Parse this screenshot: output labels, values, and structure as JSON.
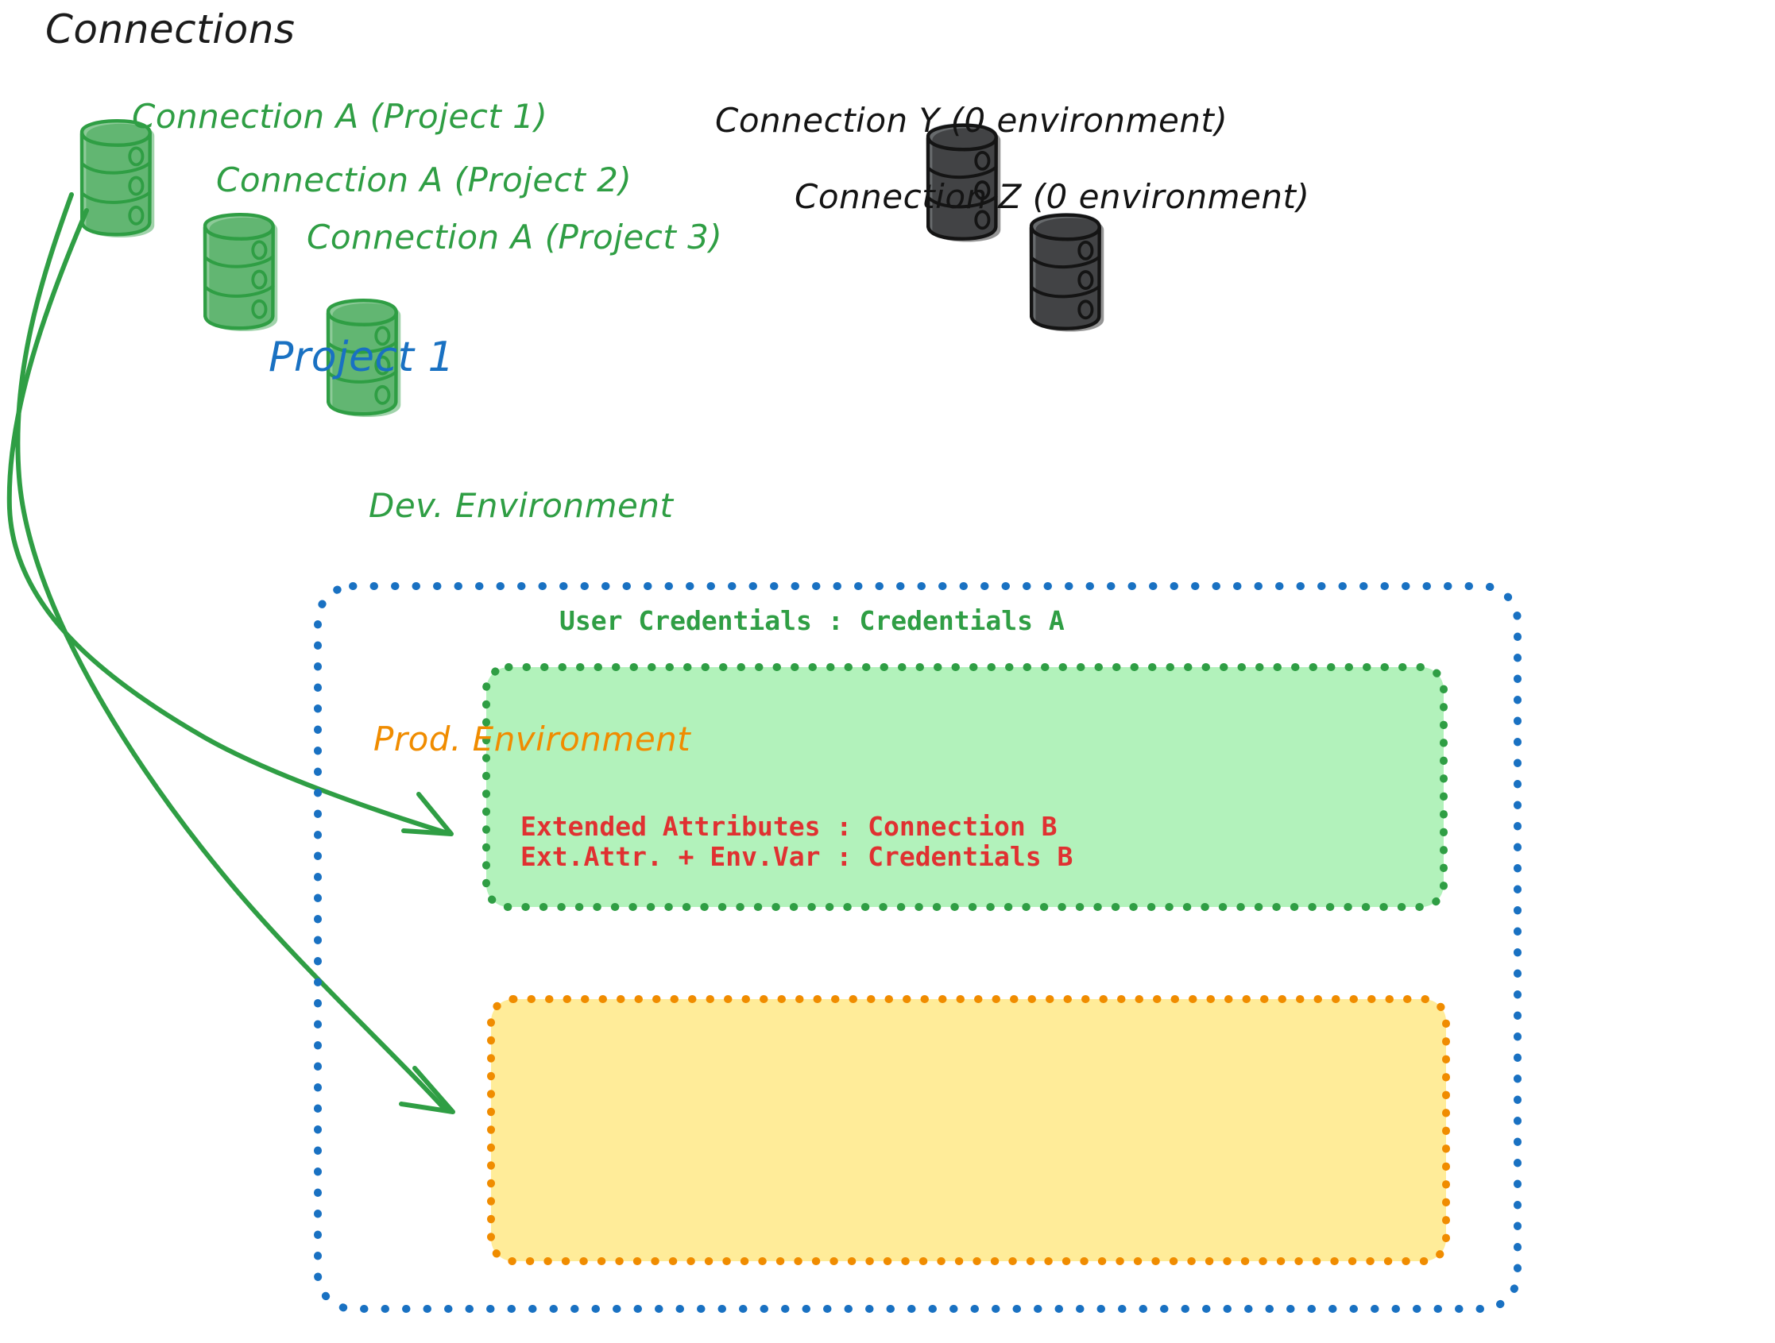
{
  "title": "Connections",
  "colors": {
    "green_stroke": "#2f9e44",
    "green_fill": "#b2f2bb",
    "gray_stroke": "#141414",
    "gray_fill": "#ced4da",
    "blue": "#1971c2",
    "orange": "#f08c00",
    "orange_fill": "#ffec99",
    "red": "#e03131",
    "black": "#1b1b1b"
  },
  "connections": {
    "green": [
      {
        "label": "Connection A (Project 1)",
        "icon": "database-cylinder-icon"
      },
      {
        "label": "Connection A (Project 2)",
        "icon": "database-cylinder-icon"
      },
      {
        "label": "Connection A (Project 3)",
        "icon": "database-cylinder-icon"
      }
    ],
    "gray": [
      {
        "label": "Connection Y (0 environment)",
        "icon": "database-cylinder-icon"
      },
      {
        "label": "Connection Z (0 environment)",
        "icon": "database-cylinder-icon"
      }
    ]
  },
  "project": {
    "label": "Project 1",
    "environments": [
      {
        "name": "Dev. Environment",
        "color": "#2f9e44",
        "fill": "#b2f2bb",
        "entries": [
          "User Credentials : Credentials A"
        ]
      },
      {
        "name": "Prod. Environment",
        "color": "#f08c00",
        "fill": "#ffec99",
        "entries": [
          "Extended Attributes : Connection B",
          "Ext.Attr. + Env.Var : Credentials B"
        ]
      }
    ]
  },
  "arrows": [
    {
      "name": "arrow-connection-a-to-dev",
      "from": "Connection A (Project 1)",
      "to": "Dev. Environment"
    },
    {
      "name": "arrow-connection-a-to-prod",
      "from": "Connection A (Project 1)",
      "to": "Prod. Environment"
    }
  ]
}
